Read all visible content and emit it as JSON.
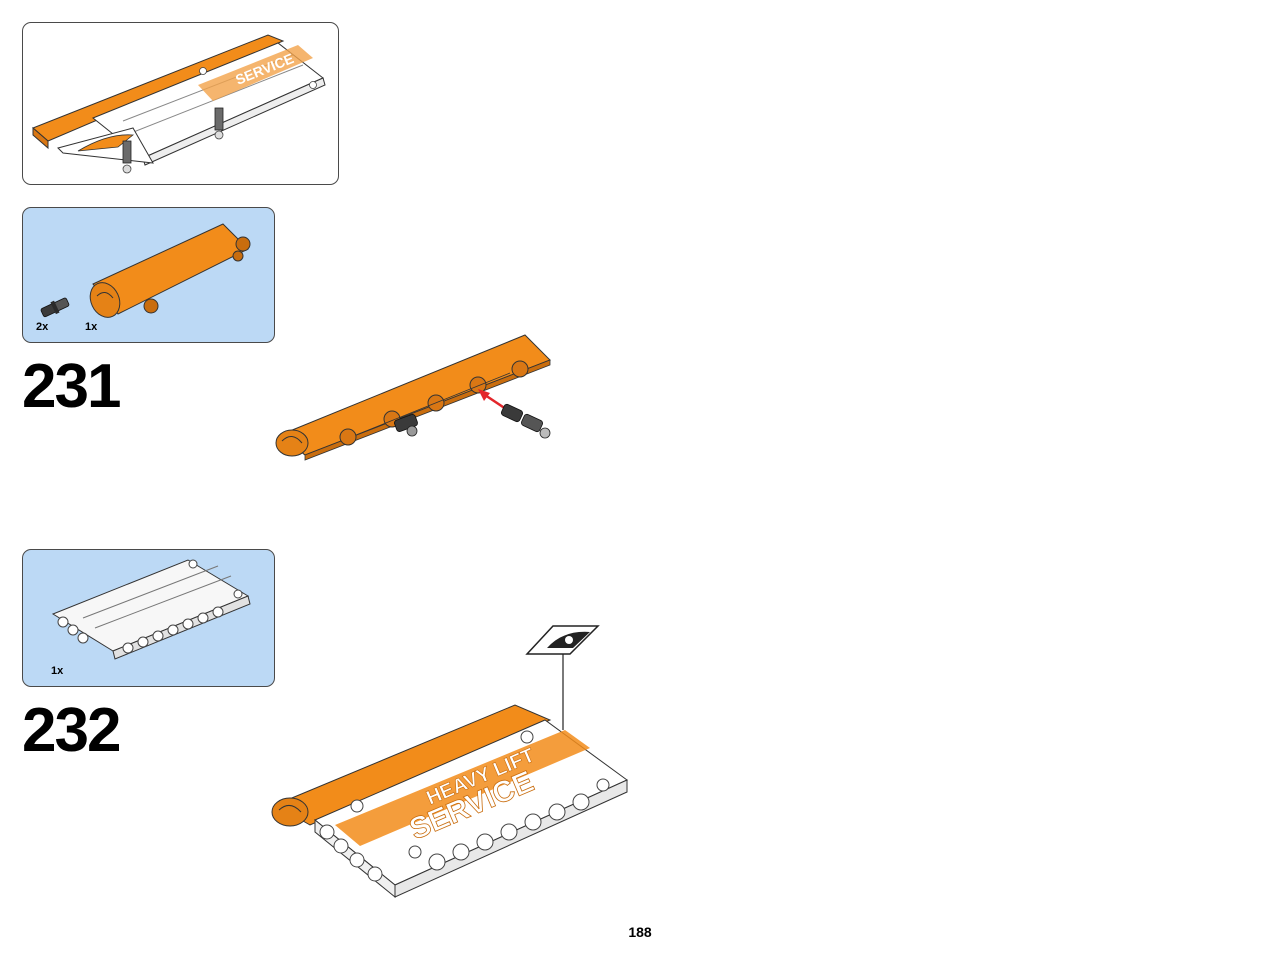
{
  "steps": [
    {
      "number": "231",
      "parts": [
        {
          "quantity": "2x",
          "part": "friction-pin-icon"
        },
        {
          "quantity": "1x",
          "part": "orange-panel-icon"
        }
      ]
    },
    {
      "number": "232",
      "parts": [
        {
          "quantity": "1x",
          "part": "white-panel-icon"
        }
      ],
      "sticker_lettering": [
        "HEAVY LIFT",
        "SERVICE"
      ]
    }
  ],
  "page_number": "188",
  "colors": {
    "orange": "#f28c1a",
    "parts_box_bg": "#bcd9f5",
    "arrow": "#e3262b",
    "pin": "#3a3a3a"
  }
}
